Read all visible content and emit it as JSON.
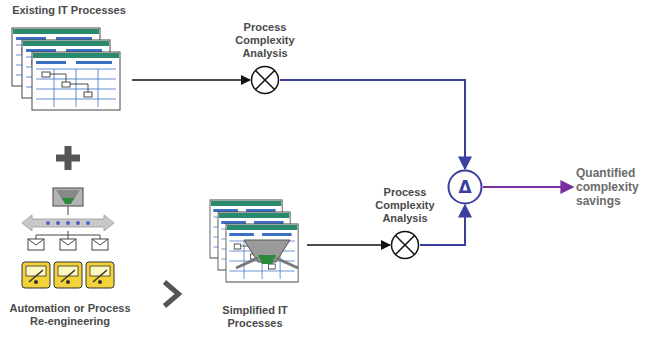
{
  "diagram": {
    "nodes": [
      {
        "text": [
          "Existing IT Processes"
        ]
      },
      {
        "text": [
          "Process Complexity Analysis"
        ]
      },
      {
        "text": [
          "Automation or Process Re-engineering"
        ]
      },
      {
        "text": [
          "Simplified IT Processes"
        ]
      },
      {
        "text": [
          "Process Complexity Analysis"
        ]
      },
      {
        "text": [
          "Δ"
        ]
      },
      {
        "text": [
          "Quantified complexity savings"
        ]
      }
    ],
    "edges": [
      {
        "from": 0,
        "to": 1,
        "arrow": "to"
      },
      {
        "from": 1,
        "to": 5,
        "arrow": "to"
      },
      {
        "from": 2,
        "to": 3,
        "arrow": "to"
      },
      {
        "from": 3,
        "to": 4,
        "arrow": "to"
      },
      {
        "from": 4,
        "to": 5,
        "arrow": "to"
      },
      {
        "from": 5,
        "to": 6,
        "arrow": "to"
      }
    ]
  }
}
